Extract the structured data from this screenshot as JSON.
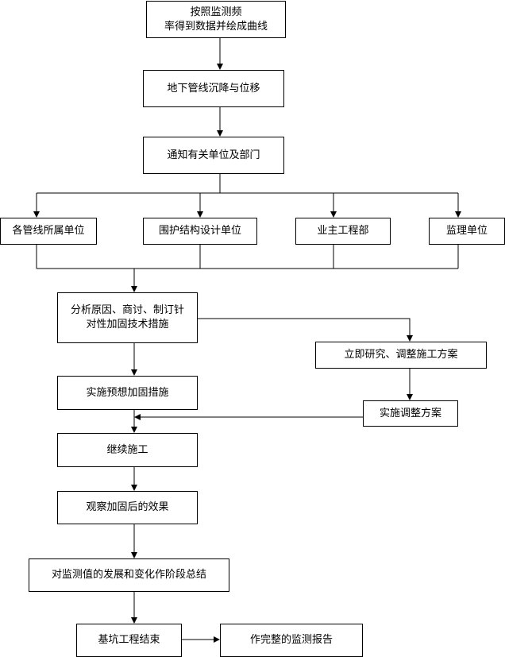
{
  "boxes": {
    "b1": "按照监测频\n率得到数据并绘成曲线",
    "b2": "地下管线沉降与位移",
    "b3": "通知有关单位及部门",
    "b4": "各管线所属单位",
    "b5": "围护结构设计单位",
    "b6": "业主工程部",
    "b7": "监理单位",
    "b8": "分析原因、商讨、制订针\n对性加固技术措施",
    "b9": "立即研究、调整施工方案",
    "b10": "实施预想加固措施",
    "b11": "实施调整方案",
    "b12": "继续施工",
    "b13": "观察加固后的效果",
    "b14": "对监测值的发展和变化作阶段总结",
    "b15": "基坑工程结束",
    "b16": "作完整的监测报告"
  }
}
